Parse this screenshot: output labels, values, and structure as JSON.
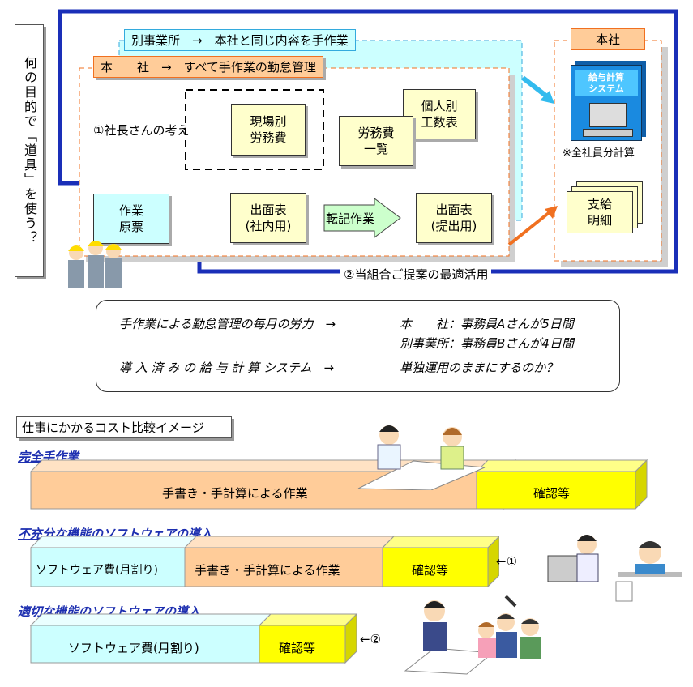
{
  "diagram": {
    "side_label": "何の目的で「道具」を使う？",
    "branch_tab": "別事業所　→　本社と同じ内容を手作業",
    "hq_tab": "本　　社　→　すべて手作業の勤怠管理",
    "president_thought": "①社長さんの考え",
    "doc_genba": "現場別\n労務費",
    "doc_romuhi": "労務費\n一覧",
    "doc_kojin": "個人別\n工数表",
    "doc_sagyo": "作業\n原票",
    "doc_shutsumen_in": "出面表\n(社内用)",
    "transfer_arrow": "転記作業",
    "doc_shutsumen_out": "出面表\n(提出用)",
    "honsha_label": "本社",
    "payroll_system": "給与計算\nシステム",
    "all_staff_note": "※全社員分計算",
    "payslip": "支給\n明細",
    "proposal_label": "②当組合ご提案の最適活用"
  },
  "summary": {
    "row1_left": "手作業による勤怠管理の毎月の労力　→",
    "row1_right": "本　　社：事務員Aさんが5日間",
    "row2_right": "別事業所：事務員Bさんが4日間",
    "row3_left": "導 入 済 み の 給 与 計 算 システム　→",
    "row3_right": "単独運用のままにするのか？"
  },
  "cost": {
    "title": "仕事にかかるコスト比較イメージ",
    "section1": {
      "heading": "完全手作業",
      "manual": "手書き・手計算による作業",
      "confirm": "確認等"
    },
    "section2": {
      "heading": "不充分な機能のソフトウェアの導入",
      "software": "ソフトウェア費(月割り)",
      "manual": "手書き・手計算による作業",
      "confirm": "確認等",
      "marker": "←①"
    },
    "section3": {
      "heading": "適切な機能のソフトウェアの導入",
      "software": "ソフトウェア費(月割り)",
      "confirm": "確認等",
      "marker": "←②"
    }
  },
  "colors": {
    "blue_frame": "#1a2fb8",
    "orange": "#f07020",
    "cyan": "#ccffff",
    "peach": "#ffcc99",
    "yellow": "#ffff00",
    "doc_yellow": "#ffffcc"
  }
}
